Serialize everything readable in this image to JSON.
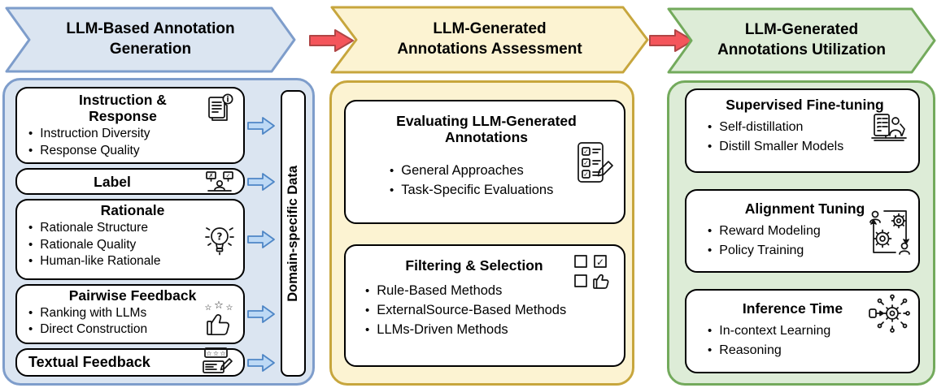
{
  "figure_title": "LLM annotation pipeline overview",
  "colors": {
    "generation_fill": "#dbe5f1",
    "generation_border": "#7e9dcb",
    "assessment_fill": "#fcf3d2",
    "assessment_border": "#c7a63d",
    "utilization_fill": "#ddecd7",
    "utilization_border": "#73aa5c",
    "flow_arrow_fill": "#f4555b",
    "flow_arrow_border": "#b04545",
    "small_arrow_fill": "#bdd9f5",
    "small_arrow_border": "#4e86c6"
  },
  "headers": {
    "generation": "LLM-Based Annotation Generation",
    "assessment": "LLM-Generated Annotations Assessment",
    "utilization": "LLM-Generated Annotations Utilization"
  },
  "generation": {
    "side_label": "Domain-specific Data",
    "boxes": [
      {
        "title": "Instruction & Response",
        "icon": "document-info-icon",
        "items": [
          "Instruction Diversity",
          "Response Quality"
        ]
      },
      {
        "title": "Label",
        "icon": "annotator-checkboxes-icon",
        "items": []
      },
      {
        "title": "Rationale",
        "icon": "lightbulb-question-icon",
        "items": [
          "Rationale Structure",
          "Rationale Quality",
          "Human-like Rationale"
        ]
      },
      {
        "title": "Pairwise Feedback",
        "icon": "thumbs-up-stars-icon",
        "items": [
          "Ranking with LLMs",
          "Direct Construction"
        ]
      },
      {
        "title": "Textual Feedback",
        "icon": "stars-note-pencil-icon",
        "items": []
      }
    ]
  },
  "assessment": {
    "boxes": [
      {
        "title": "Evaluating LLM-Generated Annotations",
        "icon": "checklist-pencil-icon",
        "items": [
          "General Approaches",
          "Task-Specific Evaluations"
        ]
      },
      {
        "title": "Filtering & Selection",
        "icon": "selection-squares-thumb-icon",
        "items": [
          "Rule-Based Methods",
          "ExternalSource-Based Methods",
          "LLMs-Driven Methods"
        ]
      }
    ]
  },
  "utilization": {
    "boxes": [
      {
        "title": "Supervised Fine-tuning",
        "icon": "monitor-checklist-person-icon",
        "items": [
          "Self-distillation",
          "Distill Smaller Models"
        ]
      },
      {
        "title": "Alignment Tuning",
        "icon": "gears-people-cycle-icon",
        "items": [
          "Reward Modeling",
          "Policy Training"
        ]
      },
      {
        "title": "Inference Time",
        "icon": "network-hub-icon",
        "items": [
          "In-context Learning",
          "Reasoning"
        ]
      }
    ]
  }
}
